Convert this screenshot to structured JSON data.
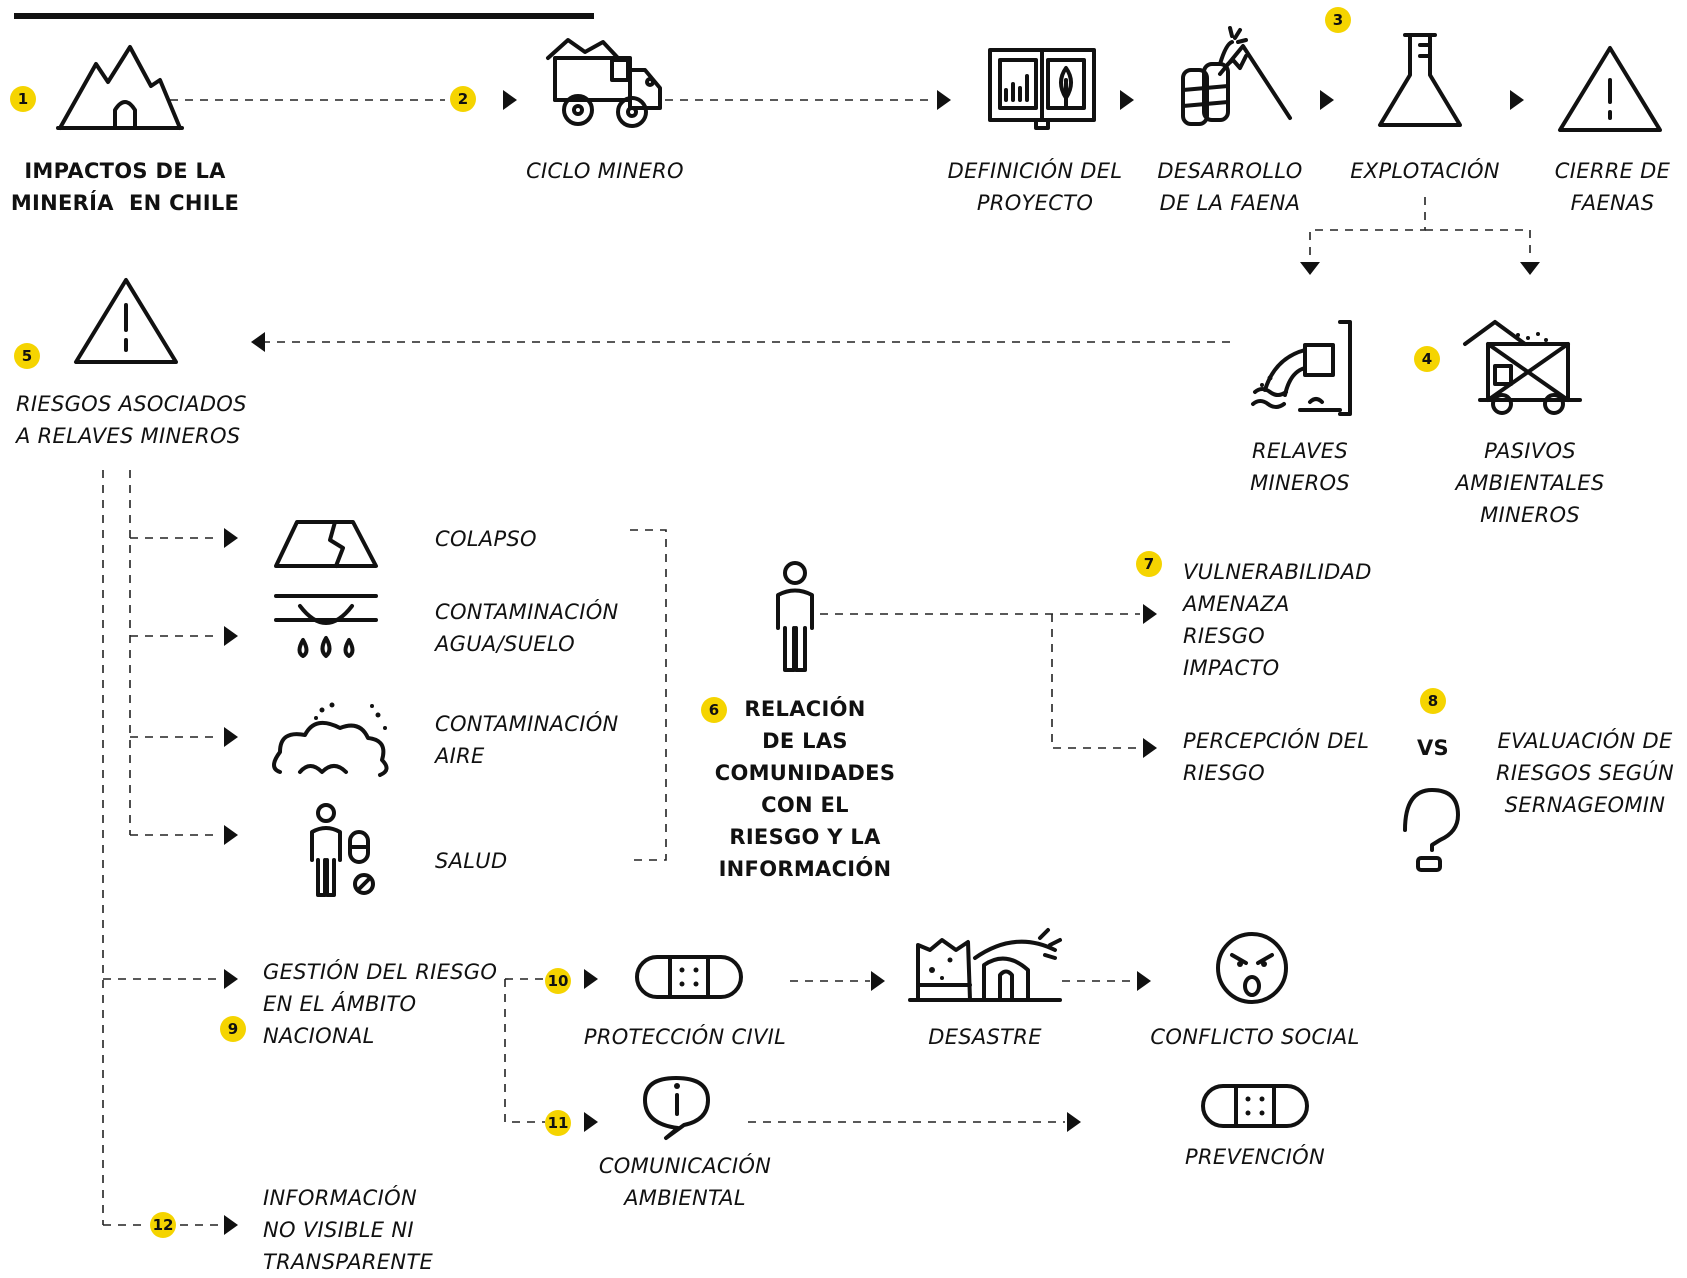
{
  "title": {
    "line1": "IMPACTOS DE LA",
    "line2": "MINERÍA  EN CHILE"
  },
  "badges": [
    "1",
    "2",
    "3",
    "4",
    "5",
    "6",
    "7",
    "8",
    "9",
    "10",
    "11",
    "12"
  ],
  "stages": {
    "ciclo": "CICLO MINERO",
    "definicion": "DEFINICIÓN DEL\nPROYECTO",
    "desarrollo": "DESARROLLO\nDE LA FAENA",
    "explotacion": "EXPLOTACIÓN",
    "cierre": "CIERRE DE\nFAENAS"
  },
  "outputs": {
    "relaves": "RELAVES\nMINEROS",
    "pasivos": "PASIVOS\nAMBIENTALES\nMINEROS"
  },
  "riesgos": {
    "heading": "RIESGOS ASOCIADOS\nA RELAVES MINEROS",
    "colapso": "COLAPSO",
    "agua": "CONTAMINACIÓN\nAGUA/SUELO",
    "aire": "CONTAMINACIÓN\nAIRE",
    "salud": "SALUD"
  },
  "relacion": "RELACIÓN\nDE LAS\nCOMUNIDADES\nCON EL\nRIESGO Y LA\nINFORMACIÓN",
  "vulnerabilidad": "VULNERABILIDAD\nAMENAZA\nRIESGO\nIMPACTO",
  "percepcion": "PERCEPCIÓN DEL\nRIESGO",
  "vs": "VS",
  "evaluacion": "EVALUACIÓN DE\nRIESGOS SEGÚN\nSERNAGEOMIN",
  "gestion": "GESTIÓN DEL RIESGO\nEN EL ÁMBITO\nNACIONAL",
  "proteccion": "PROTECCIÓN CIVIL",
  "desastre": "DESASTRE",
  "conflicto": "CONFLICTO SOCIAL",
  "comunicacion": "COMUNICACIÓN\nAMBIENTAL",
  "prevencion": "PREVENCIÓN",
  "informacion": "INFORMACIÓN\nNO VISIBLE NI\nTRANSPARENTE",
  "icons": [
    "mountain-mine-icon",
    "dump-truck-icon",
    "project-book-icon",
    "dynamite-mountain-icon",
    "flask-icon",
    "warning-icon",
    "tailings-pipe-icon",
    "mine-cart-icon",
    "cracked-ground-icon",
    "contaminated-soil-icon",
    "air-pollution-icon",
    "person-medicine-icon",
    "person-icon",
    "question-mark-icon",
    "bandage-icon",
    "dam-break-icon",
    "angry-face-icon",
    "info-bubble-icon"
  ],
  "colors": {
    "badge": "#f5d400",
    "ink": "#111111",
    "rule": "#111111"
  }
}
